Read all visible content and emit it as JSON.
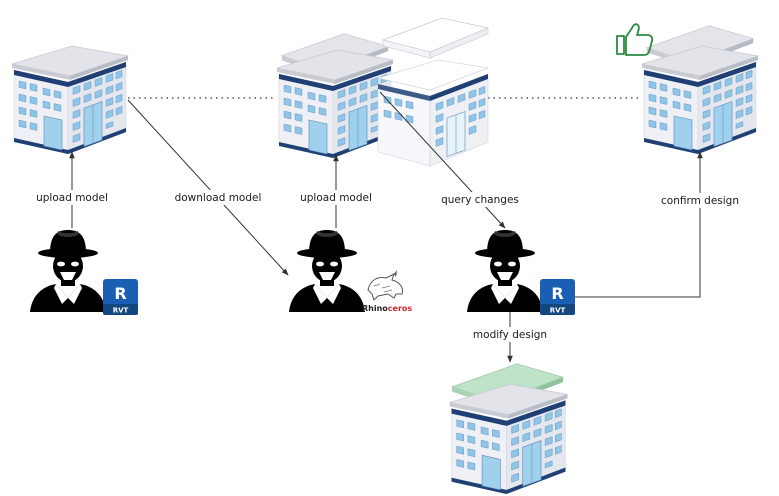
{
  "labels": {
    "upload_model_1": "upload model",
    "download_model": "download model",
    "upload_model_2": "upload model",
    "query_changes": "query changes",
    "confirm_design": "confirm design",
    "modify_design": "modify design"
  },
  "badges": {
    "revit_letter": "R",
    "revit_tag": "RVT",
    "rhino_name_1": "Rhino",
    "rhino_name_2": "ceros"
  },
  "icons": [
    "building",
    "user-silhouette",
    "revit-logo",
    "rhinoceros-logo",
    "thumbs-up-icon"
  ],
  "colors": {
    "wall": "#e9ebf1",
    "navy": "#1f3f75",
    "window": "#8fc6e8",
    "roof": "#dadde3",
    "revit": "#1a5fb4",
    "thumb": "#2a8a3e",
    "green_slab": "#bfe3c9",
    "rhino_red": "#d0262e"
  }
}
